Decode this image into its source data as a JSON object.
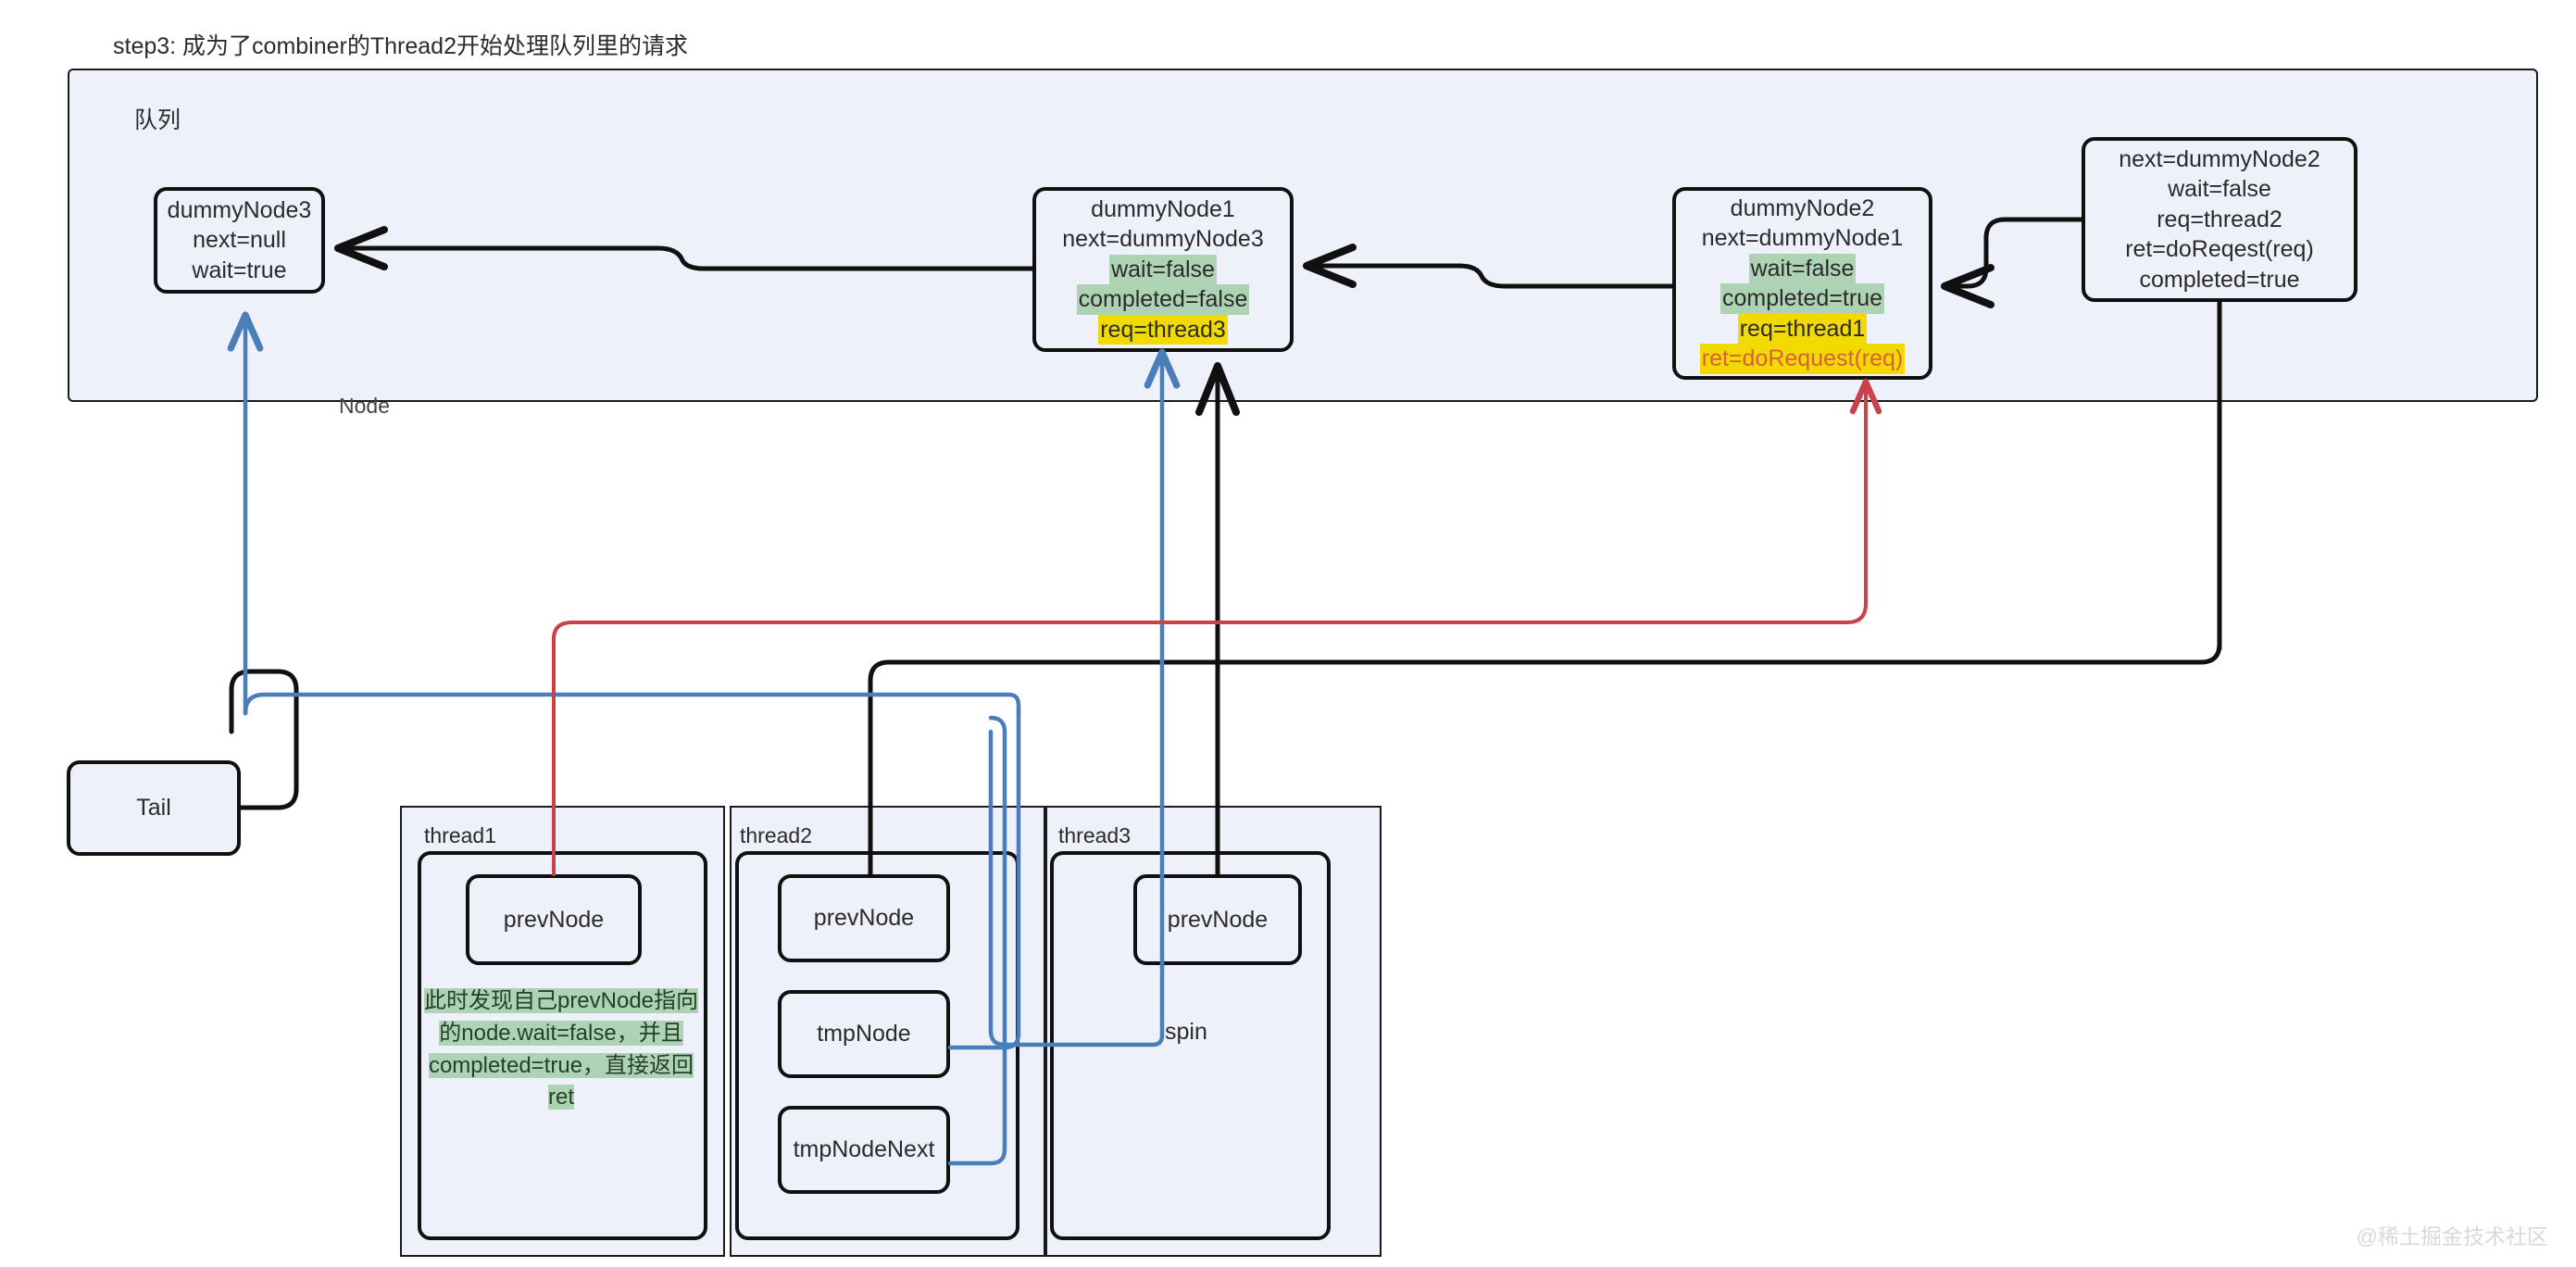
{
  "title": "step3: 成为了combiner的Thread2开始处理队列里的请求",
  "queue": {
    "label": "队列",
    "node_caption": "Node"
  },
  "nodes": {
    "dummyNode3": {
      "lines": [
        {
          "text": "dummyNode3",
          "hl": "none"
        },
        {
          "text": "next=null",
          "hl": "none"
        },
        {
          "text": "wait=true",
          "hl": "none"
        }
      ]
    },
    "dummyNode1": {
      "lines": [
        {
          "text": "dummyNode1",
          "hl": "none"
        },
        {
          "text": "next=dummyNode3",
          "hl": "none"
        },
        {
          "text": "wait=false",
          "hl": "green"
        },
        {
          "text": "completed=false",
          "hl": "green"
        },
        {
          "text": "req=thread3",
          "hl": "yellow"
        }
      ]
    },
    "dummyNode2": {
      "lines": [
        {
          "text": "dummyNode2",
          "hl": "none"
        },
        {
          "text": "next=dummyNode1",
          "hl": "none"
        },
        {
          "text": "wait=false",
          "hl": "green"
        },
        {
          "text": "completed=true",
          "hl": "green"
        },
        {
          "text": "req=thread1",
          "hl": "yellow"
        },
        {
          "text": "ret=doRequest(req)",
          "hl": "yellow-red"
        }
      ]
    },
    "headNode": {
      "lines": [
        {
          "text": "next=dummyNode2",
          "hl": "none"
        },
        {
          "text": "wait=false",
          "hl": "none"
        },
        {
          "text": "req=thread2",
          "hl": "none"
        },
        {
          "text": "ret=doReqest(req)",
          "hl": "none"
        },
        {
          "text": "completed=true",
          "hl": "none"
        }
      ]
    }
  },
  "tail": {
    "label": "Tail"
  },
  "threads": [
    {
      "name": "thread1",
      "vars": [
        "prevNode"
      ],
      "note": "此时发现自己prevNode指向的node.wait=false，并且completed=true，直接返回ret",
      "note_lines": [
        "此时发现自己prevNode指向",
        "的node.wait=false，并且",
        "completed=true，直接返回",
        "ret"
      ]
    },
    {
      "name": "thread2",
      "vars": [
        "prevNode",
        "tmpNode",
        "tmpNodeNext"
      ]
    },
    {
      "name": "thread3",
      "vars": [
        "prevNode"
      ],
      "state": "spin"
    }
  ],
  "colors": {
    "queue_fill": "#eef1f9",
    "node_stroke": "#101010",
    "highlight_green": "#aed3b4",
    "highlight_yellow": "#f2d900",
    "red_accent": "#c9424a",
    "red_text": "#d8603c",
    "blue_accent": "#4a7ebb"
  },
  "watermark": "@稀土掘金技术社区"
}
